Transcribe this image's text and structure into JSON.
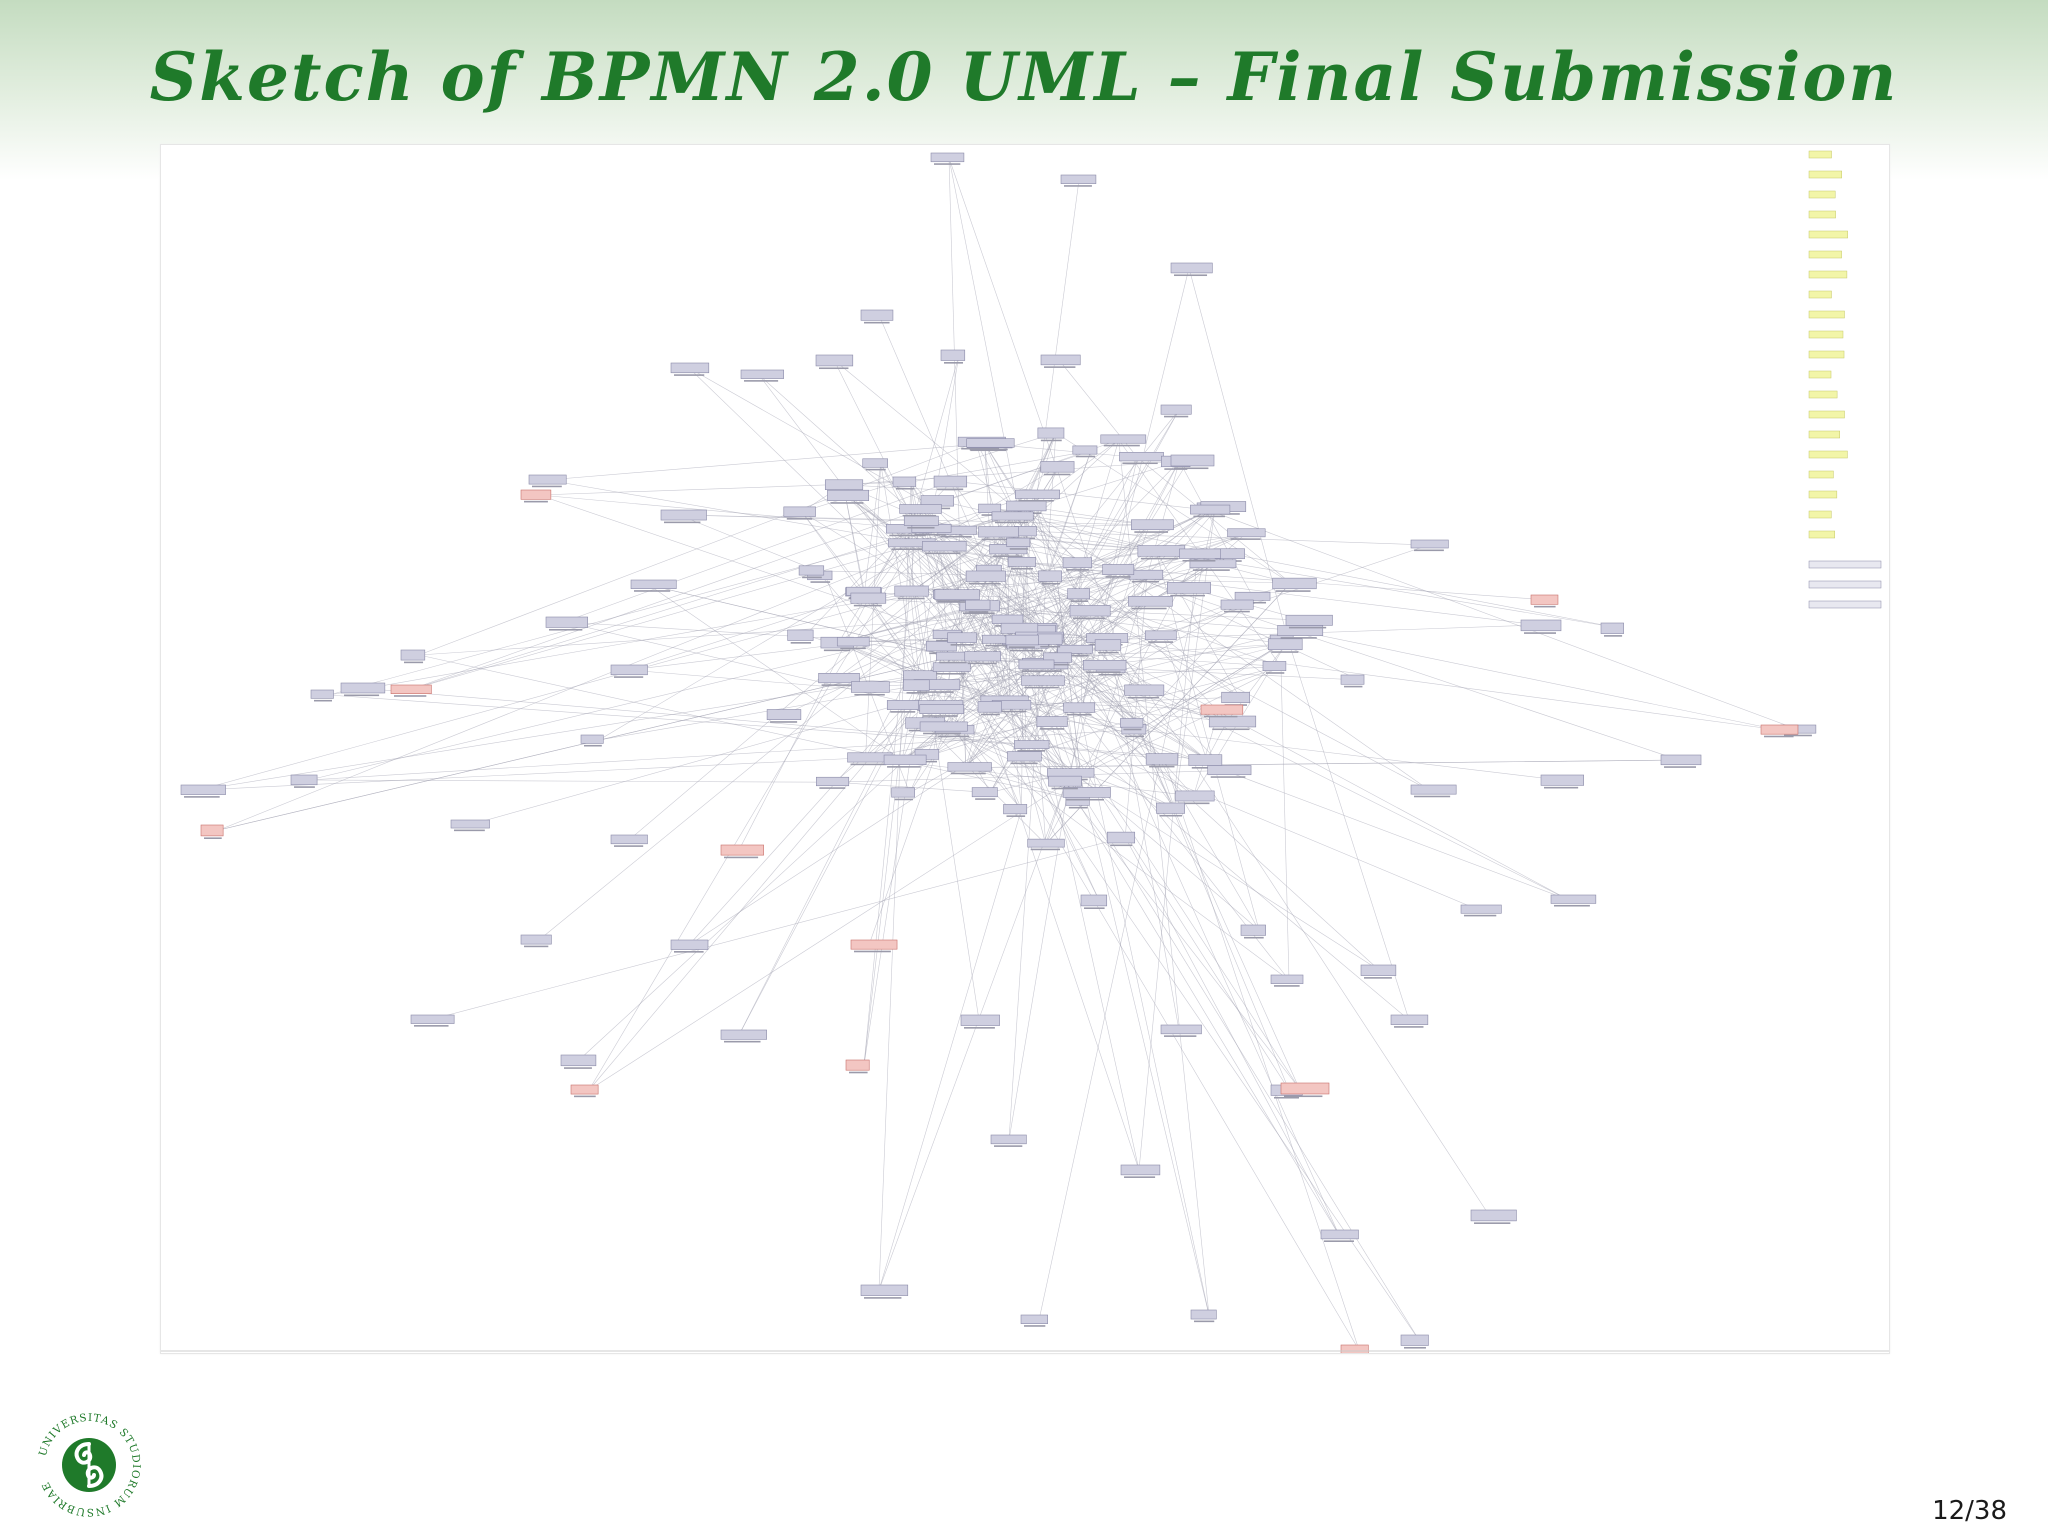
{
  "slide": {
    "title": "Sketch of BPMN 2.0 UML – Final Submission",
    "page_number": "12/38"
  },
  "logo": {
    "label": "UNIVERSITAS STUDIORUM INSUBRIAE",
    "color": "#1f7a2a"
  },
  "diagram": {
    "description_kind": "UML class diagram graph (text illegible at this resolution)",
    "colors": {
      "class_box": "#cfcfe0",
      "class_border": "#8a8aa8",
      "external_box": "#f3c6c2",
      "external_border": "#c9706a",
      "legend_box": "#f2f5a8",
      "legend_border": "#c6c86a",
      "edge": "#a0a0b0"
    }
  }
}
